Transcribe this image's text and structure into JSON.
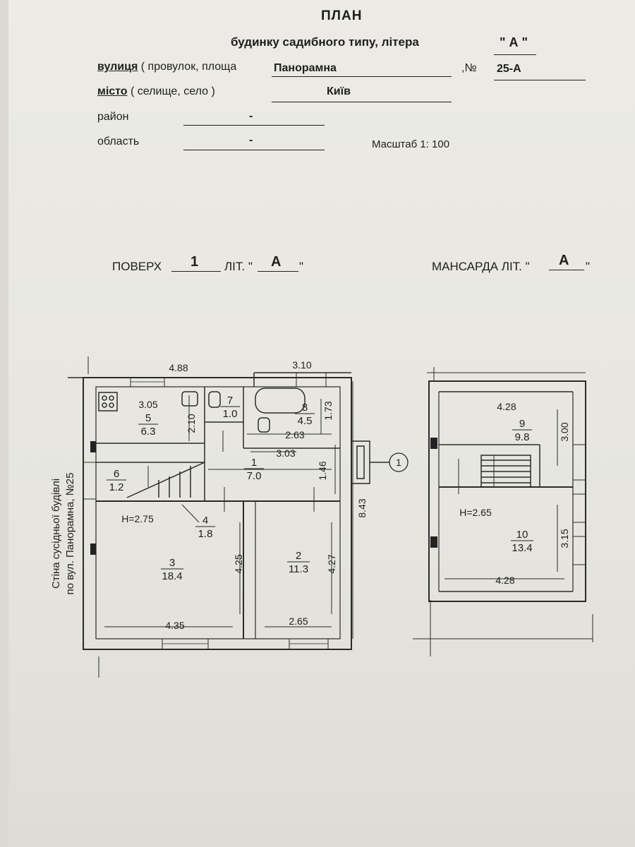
{
  "header": {
    "title": "ПЛАН",
    "subtitle": "будинку садибного типу, літера",
    "litera_value": "\" А \"",
    "street_label": "вулиця",
    "street_rest": "( провулок, площа",
    "street_value": "Панорамна",
    "number_label": ",№",
    "number_value": "25-А",
    "city_label": "місто",
    "city_rest": "( селище, село )",
    "city_value": "Київ",
    "district_label": "район",
    "district_value": "-",
    "region_label": "область",
    "region_value": "-",
    "scale": "Масштаб 1: 100"
  },
  "floor_header": {
    "floor_label": "ПОВЕРХ",
    "floor_value": "1",
    "lit_label": "ЛІТ. \"",
    "lit_value": "А",
    "lit_close": "\"",
    "attic_label": "МАНСАРДА ЛІТ. \"",
    "attic_value": "А",
    "attic_close": "\""
  },
  "side_note": {
    "line1": "Стіна сусідньої будівлі",
    "line2": "по вул. Панорамна, №25"
  },
  "floor1": {
    "dims": {
      "top_left": "4.88",
      "top_right": "3.10",
      "kitchen_width": "3.05",
      "kitchen_height": "2.10",
      "bath_height": "1.73",
      "bath_width": "2.63",
      "hall_width": "3.03",
      "hall_height": "1.46",
      "total_depth": "8.43",
      "room3_height": "4.25",
      "room2_height": "4.27",
      "bottom_left": "4.35",
      "bottom_right": "2.65"
    },
    "ceiling": "H=2.75",
    "entrance_marker": "1",
    "rooms": [
      {
        "num": "5",
        "area": "6.3"
      },
      {
        "num": "7",
        "area": "1.0"
      },
      {
        "num": "8",
        "area": "4.5"
      },
      {
        "num": "6",
        "area": "1.2"
      },
      {
        "num": "1",
        "area": "7.0"
      },
      {
        "num": "4",
        "area": "1.8"
      },
      {
        "num": "3",
        "area": "18.4"
      },
      {
        "num": "2",
        "area": "11.3"
      }
    ]
  },
  "attic": {
    "dims": {
      "top_width": "4.28",
      "top_height": "3.00",
      "bottom_width": "4.28",
      "bottom_height": "3.15"
    },
    "ceiling": "H=2.65",
    "rooms": [
      {
        "num": "9",
        "area": "9.8"
      },
      {
        "num": "10",
        "area": "13.4"
      }
    ]
  }
}
